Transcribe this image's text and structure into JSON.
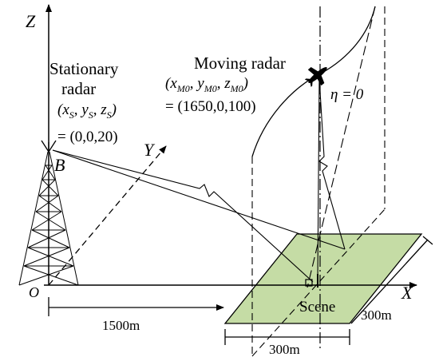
{
  "axes": {
    "z_label": "Z",
    "y_label": "Y",
    "x_label": "X",
    "origin_label": "O"
  },
  "stationary_radar": {
    "title_line1": "Stationary",
    "title_line2": "radar",
    "coord_symbol": "(x",
    "coord_sub_x": "S",
    "coord_mid1": ", y",
    "coord_sub_y": "S",
    "coord_mid2": ", z",
    "coord_sub_z": "S",
    "coord_close": ")",
    "coord_value": "= (0,0,20)",
    "point_label": "B"
  },
  "moving_radar": {
    "title": "Moving radar",
    "coord_symbol": "(x",
    "coord_sub_x": "M0",
    "coord_mid1": ", y",
    "coord_sub_y": "M0",
    "coord_mid2": ", z",
    "coord_sub_z": "M0",
    "coord_close": ")",
    "coord_value": "= (1650,0,100)",
    "eta_label": "η = 0"
  },
  "scene": {
    "label": "Scene",
    "color": "#c5dca5",
    "width_label": "300m",
    "depth_label": "300m"
  },
  "distance_label": "1500m"
}
